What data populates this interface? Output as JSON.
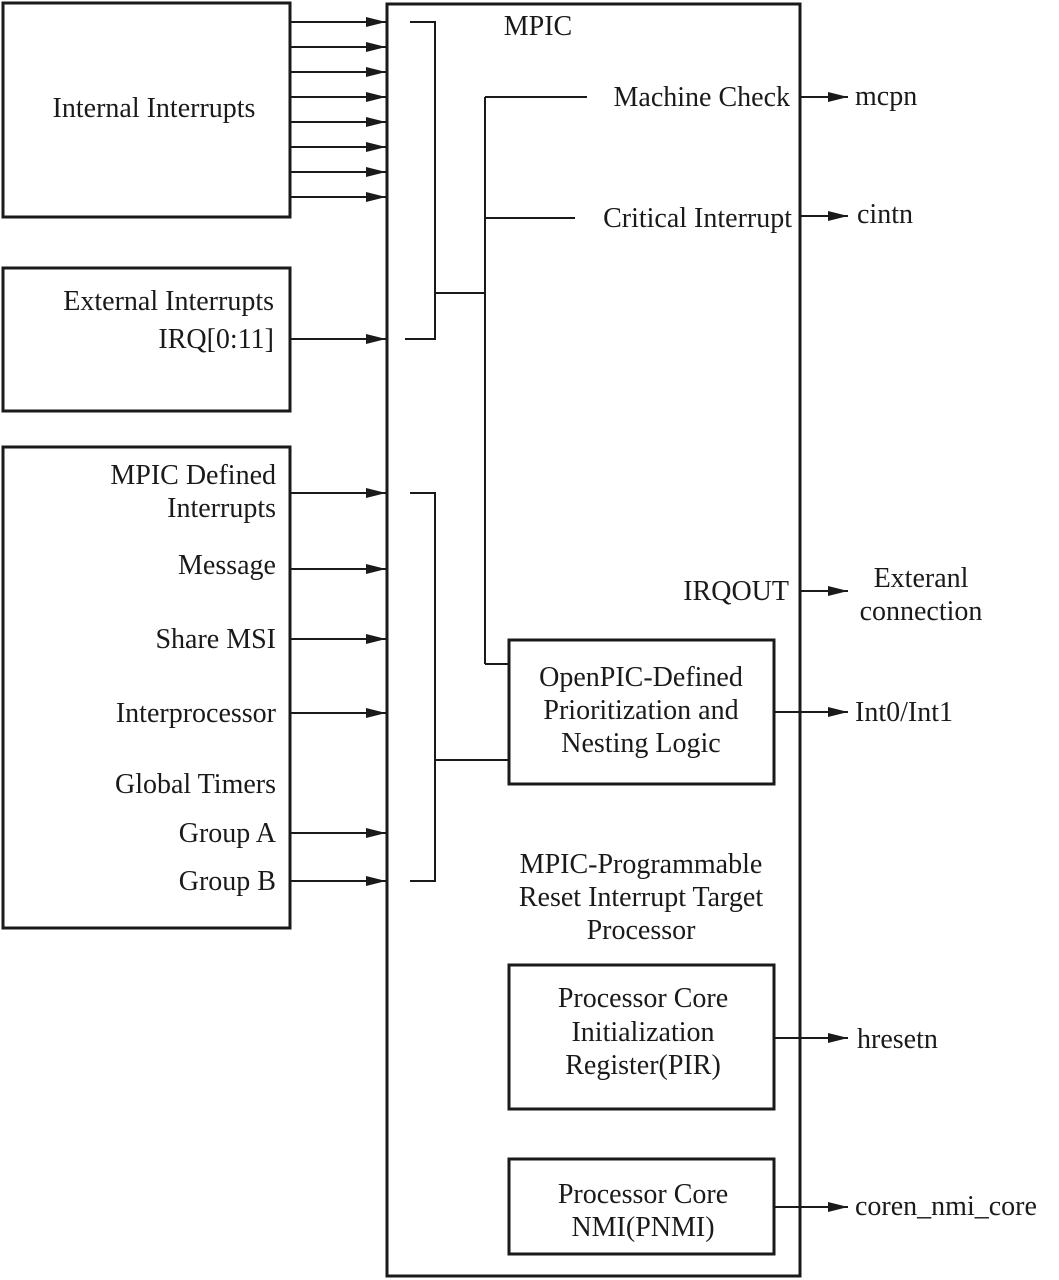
{
  "diagram": {
    "mpic_title": "MPIC",
    "internal_interrupts": "Internal Interrupts",
    "external_interrupts": {
      "line1": "External Interrupts",
      "line2": "IRQ[0:11]"
    },
    "mpic_defined_interrupts": {
      "line1": "MPIC Defined",
      "line2": "Interrupts"
    },
    "message": "Message",
    "share_msi": "Share MSI",
    "interprocessor": "Interprocessor",
    "global_timers": "Global Timers",
    "group_a": "Group A",
    "group_b": "Group B",
    "machine_check": "Machine Check",
    "critical_interrupt": "Critical Interrupt",
    "irqout": "IRQOUT",
    "openpic_block": {
      "line1": "OpenPIC-Defined",
      "line2": "Prioritization and",
      "line3": "Nesting Logic"
    },
    "reset_target": {
      "line1": "MPIC-Programmable",
      "line2": "Reset Interrupt Target",
      "line3": "Processor"
    },
    "pir_block": {
      "line1": "Processor Core",
      "line2": "Initialization",
      "line3": "Register(PIR)"
    },
    "pnmi_block": {
      "line1": "Processor Core",
      "line2": "NMI(PNMI)"
    },
    "outputs": {
      "mcpn": "mcpn",
      "cintn": "cintn",
      "external_connection": {
        "line1": "Exteranl",
        "line2": "connection"
      },
      "int0_int1": "Int0/Int1",
      "hresetn": "hresetn",
      "coren_nmi_core": "coren_nmi_core"
    }
  }
}
